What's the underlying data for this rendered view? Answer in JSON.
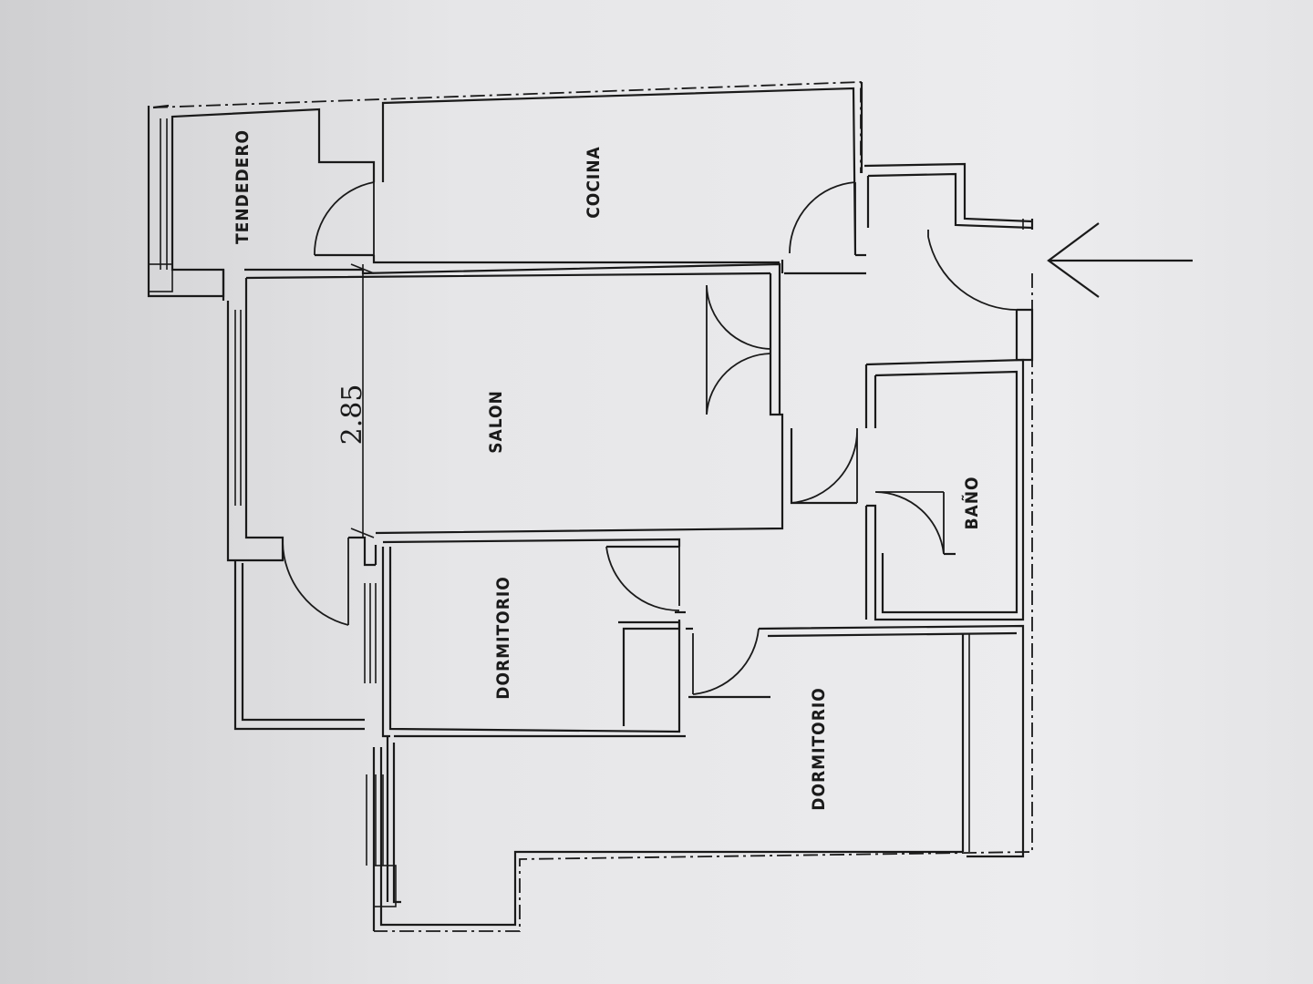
{
  "rooms": {
    "tendedero": "TENDEDERO",
    "cocina": "COCINA",
    "salon": "SALON",
    "dormitorio_1": "DORMITORIO",
    "bano": "BAÑO",
    "dormitorio_2": "DORMITORIO"
  },
  "dimensions": {
    "salon_depth": "2.85"
  },
  "entrance": {
    "icon": "arrow-left-icon"
  }
}
